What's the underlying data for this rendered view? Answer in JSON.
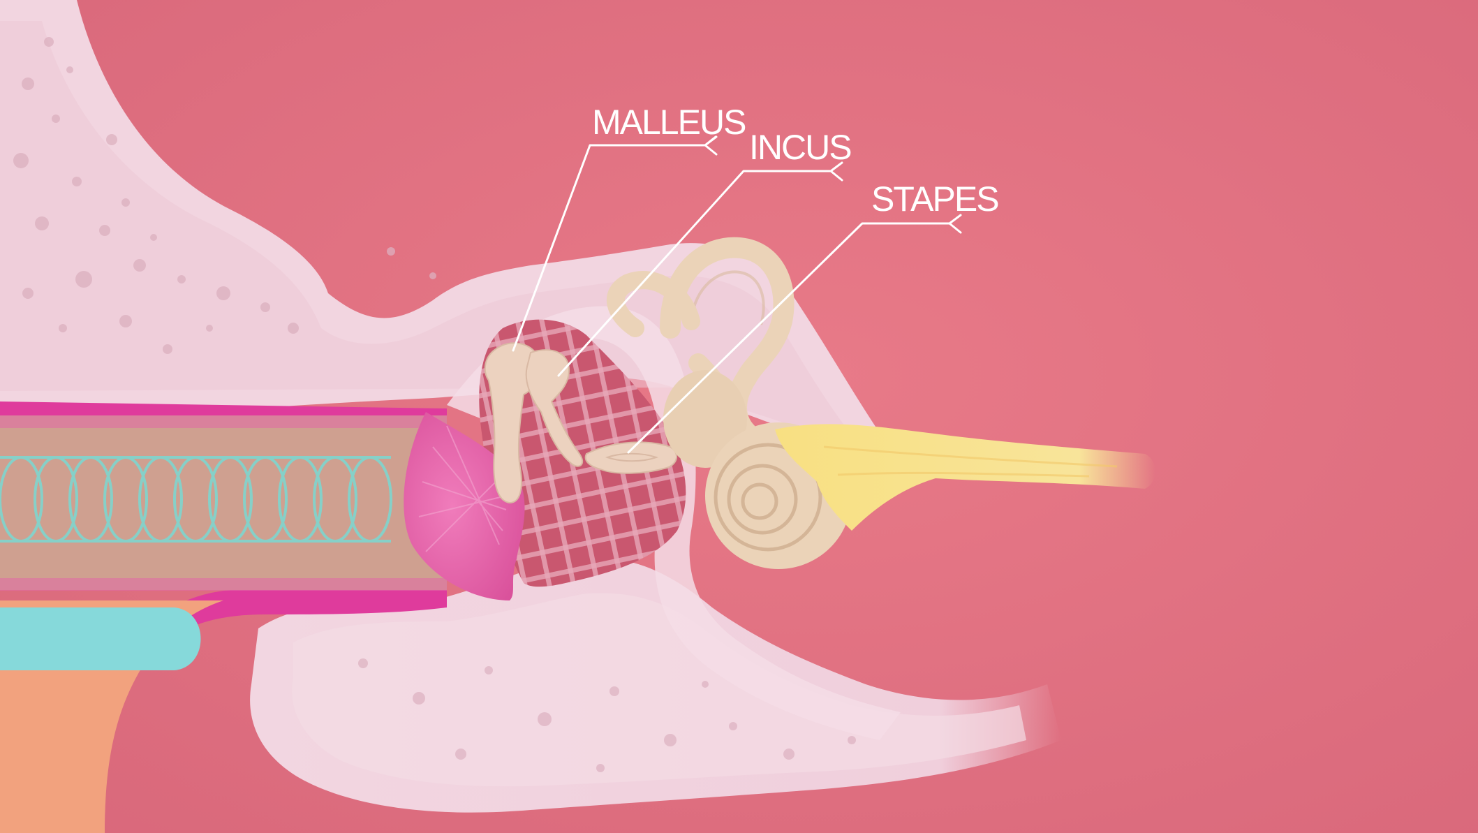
{
  "diagram": {
    "colors": {
      "background": "#e4707f",
      "bone": "#f1d3de",
      "ossicles": "#ecd2bf",
      "nerve": "#f8e28a",
      "canal": "#cfa091",
      "canal_coil": "#7fd6cf",
      "eardrum": "#e15ca2",
      "skin_edge": "#e0329b",
      "cartilage": "#f1a07e",
      "fluid": "#86d9da"
    },
    "labels": [
      {
        "id": "malleus",
        "text": "MALLEUS"
      },
      {
        "id": "incus",
        "text": "INCUS"
      },
      {
        "id": "stapes",
        "text": "STAPES"
      }
    ]
  }
}
